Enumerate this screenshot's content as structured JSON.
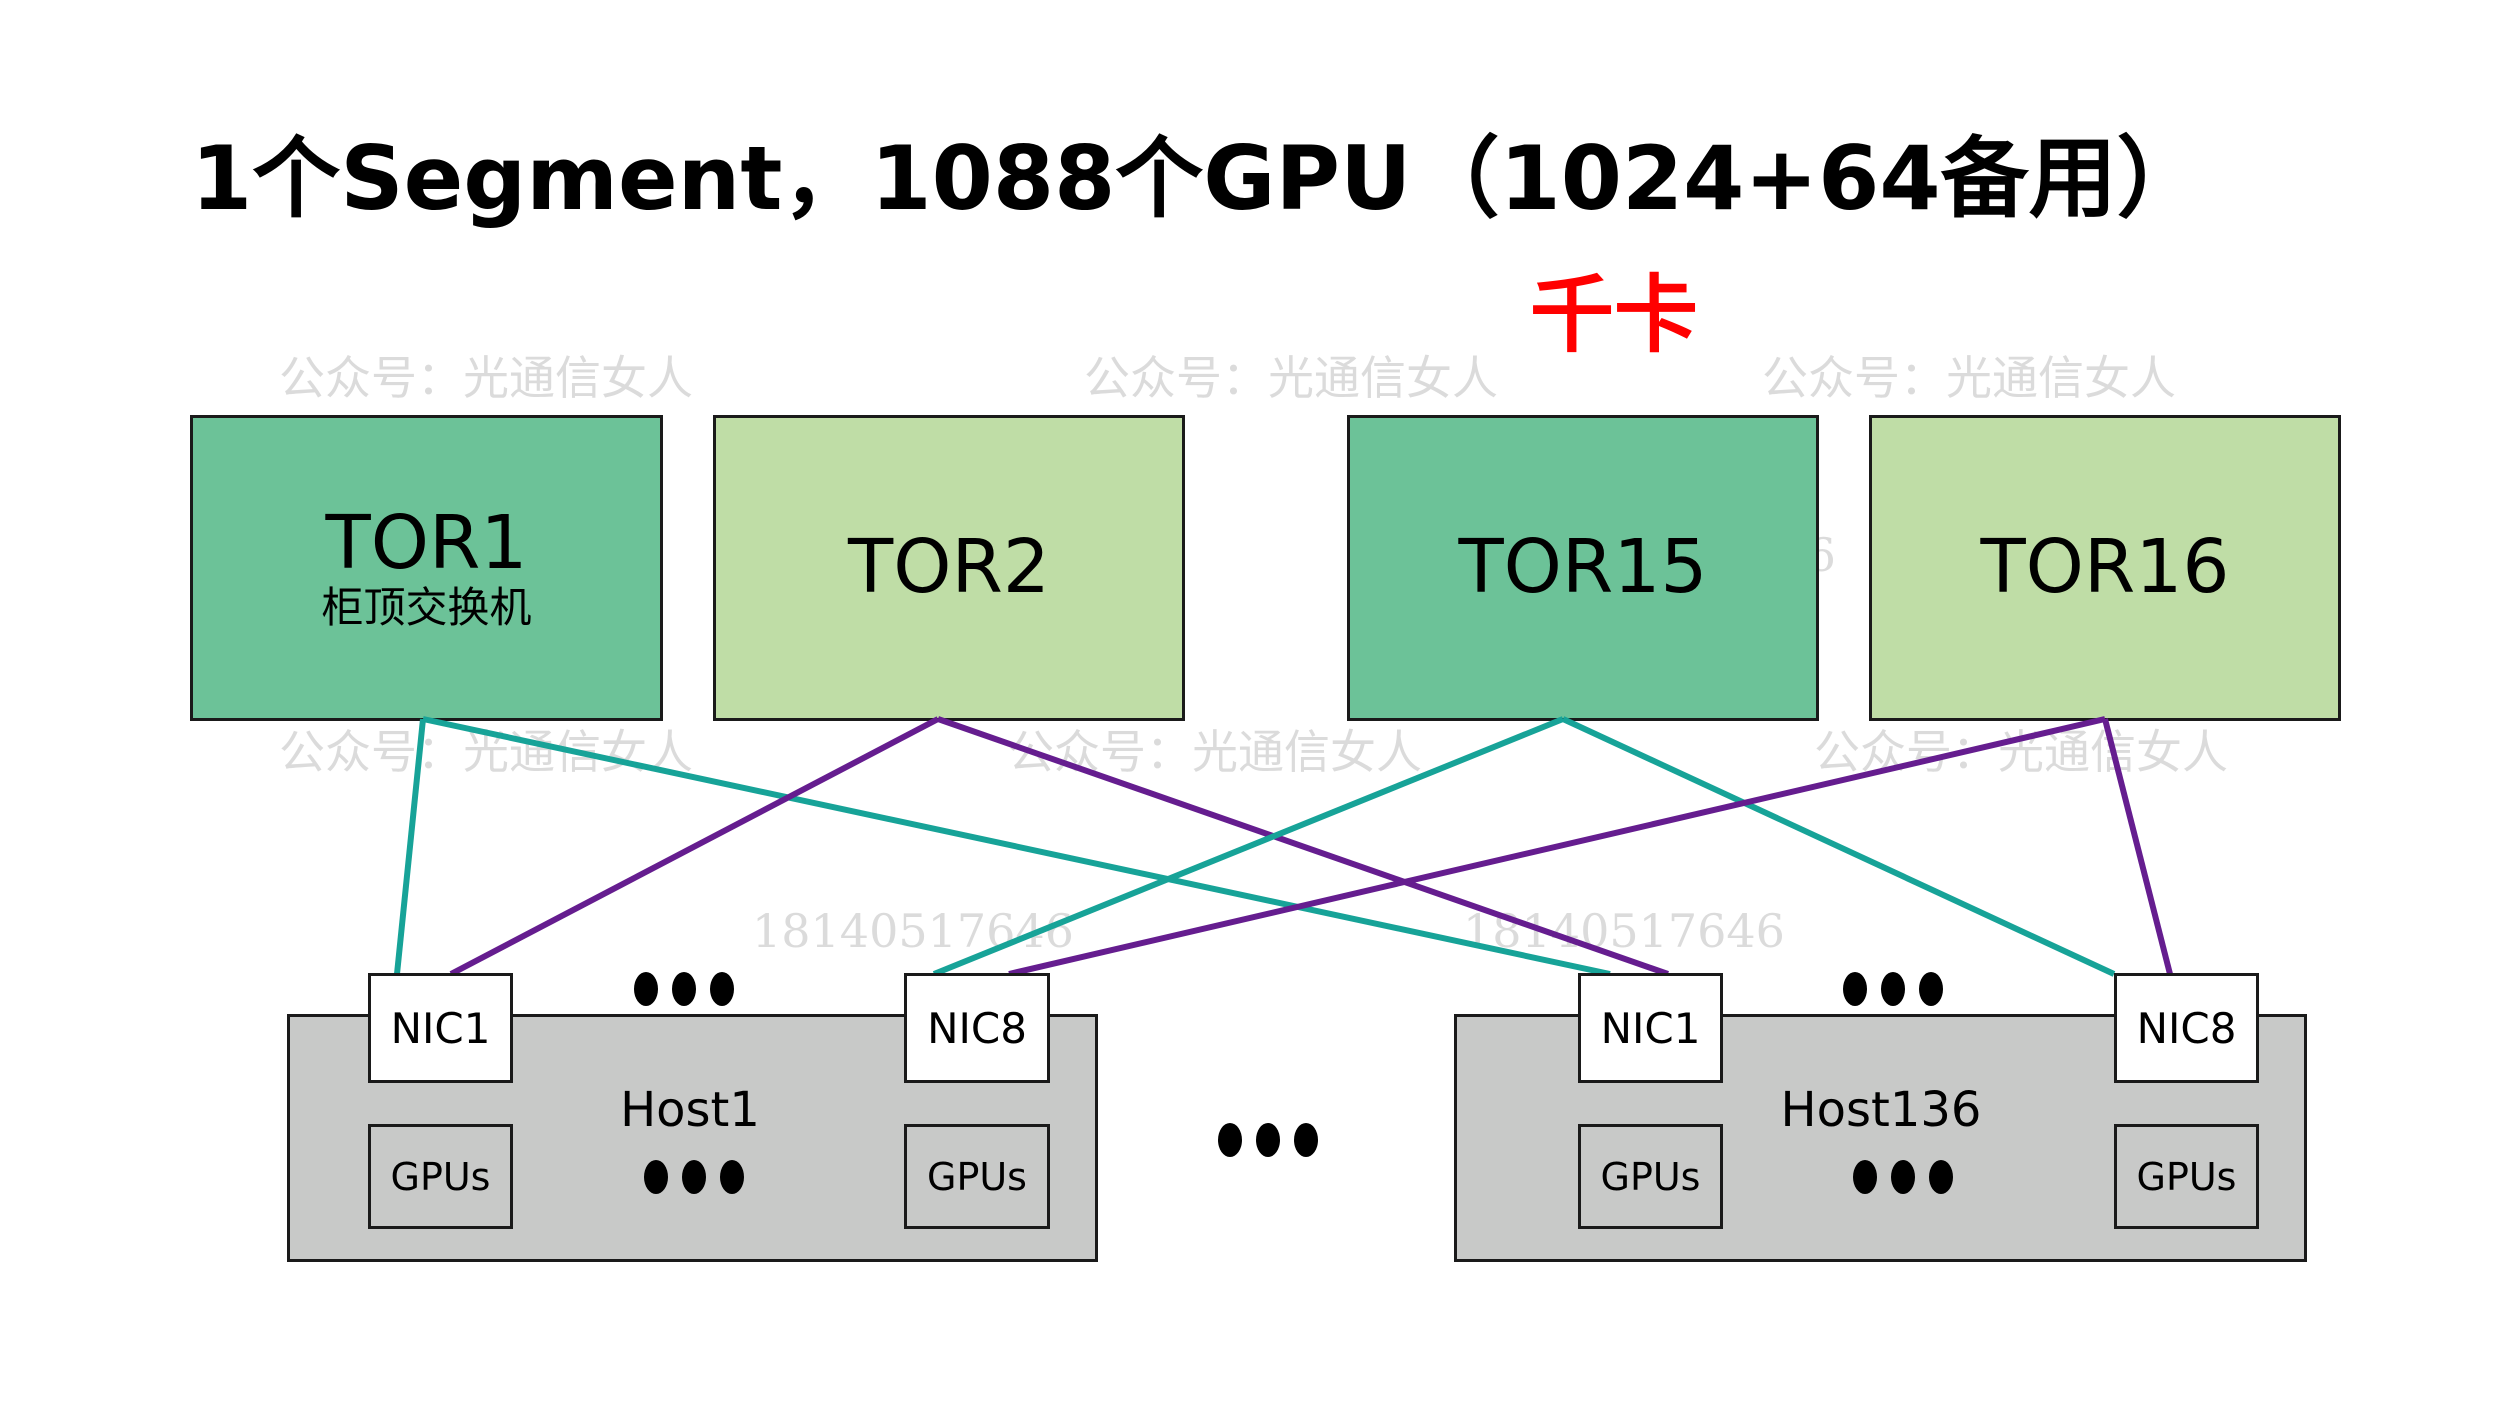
{
  "title": "1个Segment，1088个GPU（1024+64备用）",
  "subtitle": "千卡",
  "colors": {
    "tor_dark": "#6cc298",
    "tor_light": "#bfdda6",
    "link_teal": "#17a398",
    "link_purple": "#651d8f",
    "host_fill": "#c8c9c8",
    "subtitle_red": "#ff0000"
  },
  "tors": [
    {
      "id": "TOR1",
      "name": "TOR1",
      "desc": "柜顶交换机",
      "shade": "dark"
    },
    {
      "id": "TOR2",
      "name": "TOR2",
      "desc": "",
      "shade": "light"
    },
    {
      "id": "TOR15",
      "name": "TOR15",
      "desc": "",
      "shade": "dark"
    },
    {
      "id": "TOR16",
      "name": "TOR16",
      "desc": "",
      "shade": "light"
    }
  ],
  "hosts": [
    {
      "id": "Host1",
      "name": "Host1",
      "nics": [
        "NIC1",
        "NIC8"
      ],
      "gpus": [
        "GPUs",
        "GPUs"
      ]
    },
    {
      "id": "Host136",
      "name": "Host136",
      "nics": [
        "NIC1",
        "NIC8"
      ],
      "gpus": [
        "GPUs",
        "GPUs"
      ]
    }
  ],
  "ellipsis": "…",
  "links": [
    {
      "from": "TOR1",
      "to": "Host1.NIC1",
      "color": "teal"
    },
    {
      "from": "TOR1",
      "to": "Host136.NIC1",
      "color": "teal"
    },
    {
      "from": "TOR2",
      "to": "Host1.NIC1",
      "color": "purple"
    },
    {
      "from": "TOR2",
      "to": "Host136.NIC1",
      "color": "purple"
    },
    {
      "from": "TOR15",
      "to": "Host1.NIC8",
      "color": "teal"
    },
    {
      "from": "TOR15",
      "to": "Host136.NIC8",
      "color": "teal"
    },
    {
      "from": "TOR16",
      "to": "Host1.NIC8",
      "color": "purple"
    },
    {
      "from": "TOR16",
      "to": "Host136.NIC8",
      "color": "purple"
    }
  ],
  "watermarks": {
    "account": "公众号：光通信女人",
    "phone": "18140517646"
  }
}
